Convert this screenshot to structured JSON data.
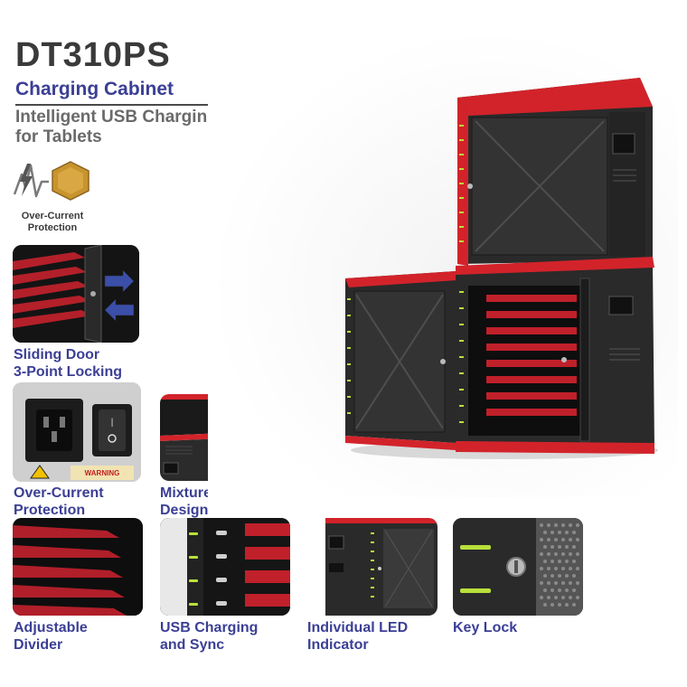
{
  "header": {
    "model": "DT310PS",
    "subtitle": "Charging Cabinet",
    "description_lines": [
      "Intelligent USB Charging Cabinet",
      "for Tablets"
    ]
  },
  "icons": {
    "lightning": "lightning-icon",
    "shield": "shield-icon"
  },
  "features": {
    "over_current_small": [
      "Over-Current",
      "Protection"
    ],
    "sliding_door": [
      "Sliding Door",
      "3-Point Locking"
    ],
    "over_current": [
      "Over-Current",
      "Protection"
    ],
    "mixture_material": [
      "Mixture Material",
      "Design"
    ],
    "adjustable_divider": [
      "Adjustable",
      "Divider"
    ],
    "usb_charging": [
      "USB Charging",
      "and Sync"
    ],
    "led_indicator": [
      "Individual LED",
      "Indicator"
    ],
    "key_lock": [
      "Key Lock"
    ]
  },
  "thumb_text": {
    "warning": "WARNING"
  },
  "colors": {
    "brand_red": "#d2232a",
    "cabinet_dark": "#2b2b2b",
    "caption_blue": "#3b3f95",
    "led_green": "#b8e03a",
    "shield_gold": "#c8942e"
  }
}
